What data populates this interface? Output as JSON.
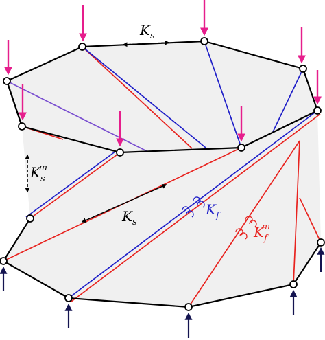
{
  "colors": {
    "fill": "#f0f0f0",
    "outline": "#000000",
    "red": "#e8231f",
    "blue": "#1f1fc8",
    "purple": "#7a4fd0",
    "load_arrow": "#e61e8c",
    "support_arrow": "#141450",
    "dashed": "#000000",
    "node_fill": "#ffffff"
  },
  "labels": {
    "ks_top": {
      "base": "K",
      "sub": "s",
      "sup": ""
    },
    "ks_mid": {
      "base": "K",
      "sub": "s",
      "sup": ""
    },
    "ksm_left": {
      "base": "K",
      "sub": "s",
      "sup": "m"
    },
    "kf": {
      "base": "K",
      "sub": "f",
      "sup": ""
    },
    "kfm": {
      "base": "K",
      "sub": "f",
      "sup": "m"
    }
  },
  "icons": {
    "load": "downward-load-arrow",
    "support": "upward-support-arrow",
    "kf_spring": "rotational-spring-icon",
    "kfm_spring": "rotational-spring-icon"
  }
}
